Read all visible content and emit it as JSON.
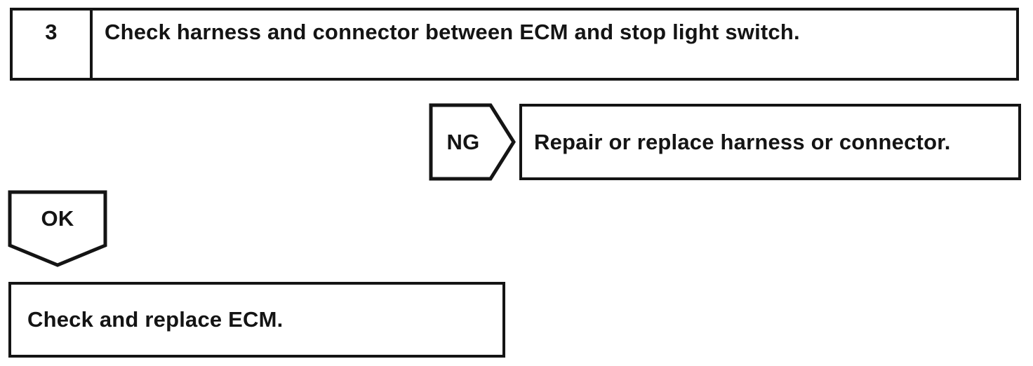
{
  "page": {
    "background_color": "#ffffff",
    "ink_color": "#141414"
  },
  "flowchart": {
    "step_box": {
      "number": "3",
      "instruction": "Check harness and connector between ECM and stop light switch."
    },
    "ng_branch": {
      "connector_label": "NG",
      "result_text": "Repair or replace harness or connector."
    },
    "ok_branch": {
      "connector_label": "OK",
      "result_text": "Check and replace ECM."
    }
  }
}
